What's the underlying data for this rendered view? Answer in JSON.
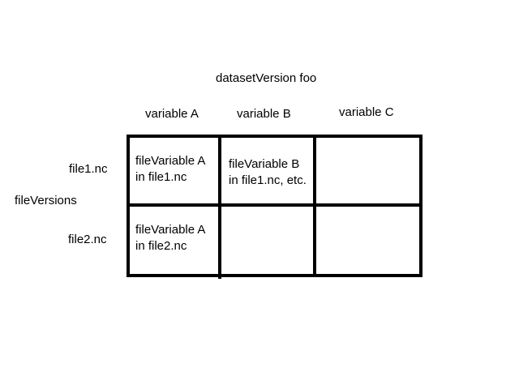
{
  "dataset_label": "datasetVersion foo",
  "file_versions_label": "fileVersions",
  "columns": [
    {
      "label": "variable A"
    },
    {
      "label": "variable B"
    },
    {
      "label": "variable C"
    }
  ],
  "rows": [
    {
      "label": "file1.nc"
    },
    {
      "label": "file2.nc"
    }
  ],
  "cells": {
    "r1c1": "fileVariable A\nin file1.nc",
    "r1c2": "fileVariable B\nin file1.nc, etc.",
    "r2c1": "fileVariable A\nin file2.nc"
  }
}
